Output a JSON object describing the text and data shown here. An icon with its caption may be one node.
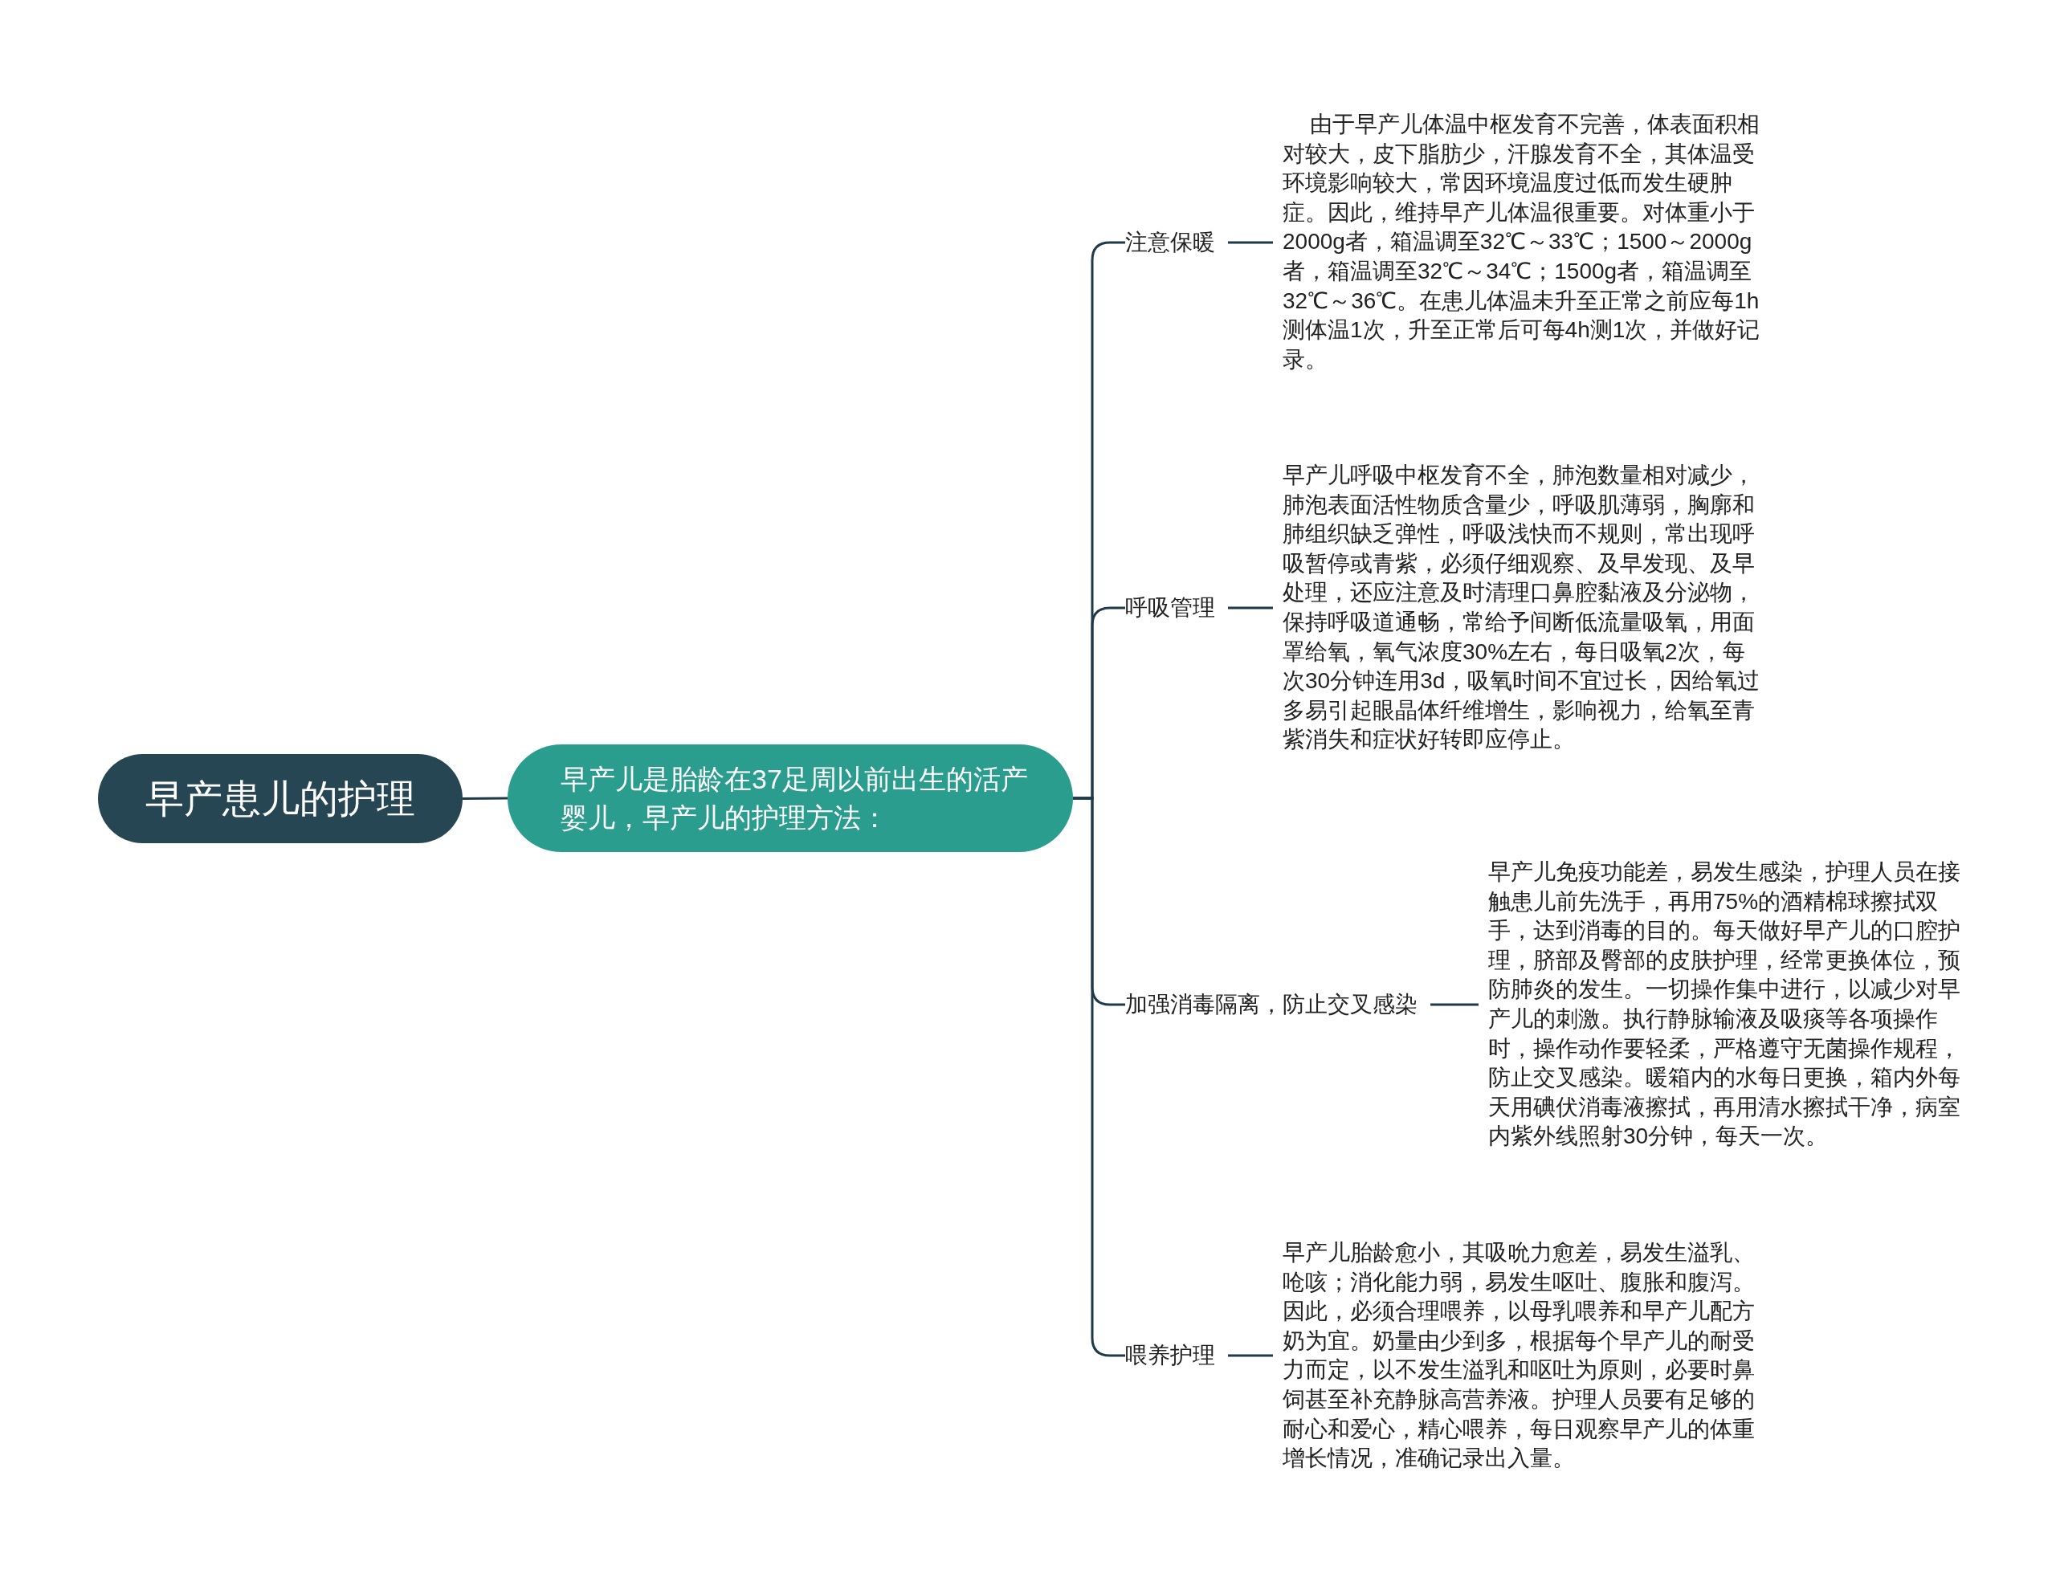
{
  "diagram": {
    "nodes": [
      {
        "text": [
          "早产患儿的护理"
        ]
      },
      {
        "text": [
          "早产儿是胎龄在37足周以前出生的活产婴儿，早产儿的护理方法："
        ]
      },
      {
        "text": [
          "注意保暖"
        ]
      },
      {
        "text": [
          "呼吸管理"
        ]
      },
      {
        "text": [
          "加强消毒隔离，防止交叉感染"
        ]
      },
      {
        "text": [
          "喂养护理"
        ]
      },
      {
        "text": [
          "由于早产儿体温中枢发育不完善，体表面积相对较大，皮下脂肪少，汗腺发育不全，其体温受环境影响较大，常因环境温度过低而发生硬肿症。因此，维持早产儿体温很重要。对体重小于2000g者，箱温调至32℃～33℃；1500～2000g者，箱温调至32℃～34℃；1500g者，箱温调至32℃～36℃。在患儿体温未升至正常之前应每1h测体温1次，升至正常后可每4h测1次，并做好记录。"
        ]
      },
      {
        "text": [
          "早产儿呼吸中枢发育不全，肺泡数量相对减少，肺泡表面活性物质含量少，呼吸肌薄弱，胸廓和肺组织缺乏弹性，呼吸浅快而不规则，常出现呼吸暂停或青紫，必须仔细观察、及早发现、及早处理，还应注意及时清理口鼻腔黏液及分泌物，保持呼吸道通畅，常给予间断低流量吸氧，用面罩给氧，氧气浓度30%左右，每日吸氧2次，每次30分钟连用3d，吸氧时间不宜过长，因给氧过多易引起眼晶体纤维增生，影响视力，给氧至青紫消失和症状好转即应停止。"
        ]
      },
      {
        "text": [
          "早产儿免疫功能差，易发生感染，护理人员在接触患儿前先洗手，再用75%的酒精棉球擦拭双手，达到消毒的目的。每天做好早产儿的口腔护理，脐部及臀部的皮肤护理，经常更换体位，预防肺炎的发生。一切操作集中进行，以减少对早产儿的刺激。执行静脉输液及吸痰等各项操作时，操作动作要轻柔，严格遵守无菌操作规程，防止交叉感染。暖箱内的水每日更换，箱内外每天用碘伏消毒液擦拭，再用清水擦拭干净，病室内紫外线照射30分钟，每天一次。"
        ]
      },
      {
        "text": [
          "早产儿胎龄愈小，其吸吮力愈差，易发生溢乳、呛咳；消化能力弱，易发生呕吐、腹胀和腹泻。因此，必须合理喂养，以母乳喂养和早产儿配方奶为宜。奶量由少到多，根据每个早产儿的耐受力而定，以不发生溢乳和呕吐为原则，必要时鼻饲甚至补充静脉高营养液。护理人员要有足够的耐心和爱心，精心喂养，每日观察早产儿的体重增长情况，准确记录出入量。"
        ]
      }
    ],
    "edges": [
      {
        "from": 0,
        "to": 1,
        "arrow": "none"
      },
      {
        "from": 1,
        "to": 2,
        "arrow": "none"
      },
      {
        "from": 1,
        "to": 3,
        "arrow": "none"
      },
      {
        "from": 1,
        "to": 4,
        "arrow": "none"
      },
      {
        "from": 1,
        "to": 5,
        "arrow": "none"
      },
      {
        "from": 2,
        "to": 6,
        "arrow": "none"
      },
      {
        "from": 3,
        "to": 7,
        "arrow": "none"
      },
      {
        "from": 4,
        "to": 8,
        "arrow": "none"
      },
      {
        "from": 5,
        "to": 9,
        "arrow": "none"
      }
    ]
  }
}
